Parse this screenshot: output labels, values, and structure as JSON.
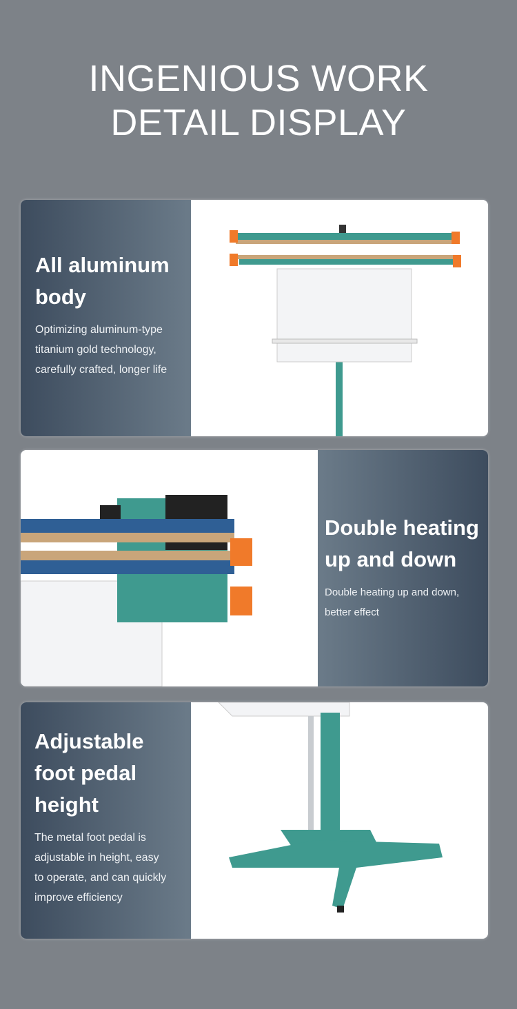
{
  "title": {
    "line1": "INGENIOUS WORK",
    "line2": "DETAIL DISPLAY"
  },
  "features": [
    {
      "heading_lines": [
        "All aluminum",
        "body"
      ],
      "description_lines": [
        "Optimizing aluminum-type",
        "titanium gold technology,",
        "carefully crafted, longer life"
      ]
    },
    {
      "heading_lines": [
        "Double heating",
        "up and down"
      ],
      "description_lines": [
        "Double heating up and down,",
        "better effect"
      ]
    },
    {
      "heading_lines": [
        "Adjustable",
        "foot pedal",
        "height"
      ],
      "description_lines": [
        "The metal foot pedal is",
        "adjustable in height, easy",
        "to operate, and can quickly",
        "improve efficiency"
      ]
    }
  ],
  "colors": {
    "background": "#7d8288",
    "panel_dark": "#3d4c5e",
    "panel_light": "#6b7b89",
    "machine_teal": "#3f9a8f",
    "jaw_orange": "#f07a2a"
  }
}
